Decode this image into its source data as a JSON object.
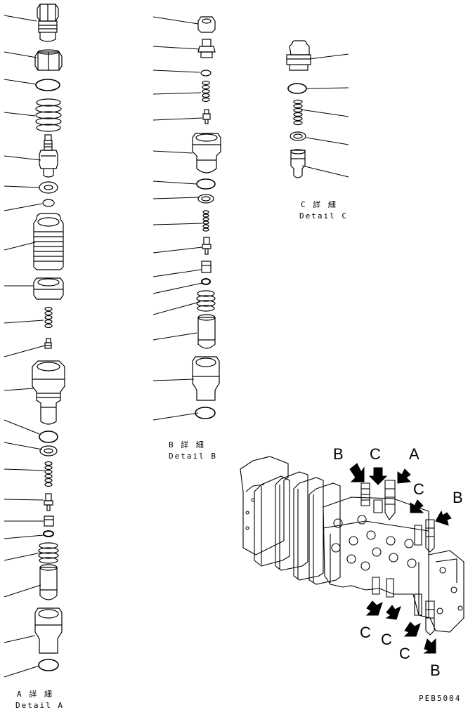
{
  "colors": {
    "line": "#000000",
    "background": "#ffffff",
    "arrow_fill": "#000000"
  },
  "details": {
    "a": {
      "jp": "A 詳 細",
      "en": "Detail A"
    },
    "b": {
      "jp": "B 詳 細",
      "en": "Detail B"
    },
    "c": {
      "jp": "C 詳 細",
      "en": "Detail C"
    }
  },
  "callouts": {
    "b1": "B",
    "c1": "C",
    "a1": "A",
    "c2": "C",
    "b2": "B",
    "c3": "C",
    "c4": "C",
    "c5": "C",
    "b3": "B"
  },
  "figure_code": "PEB5004",
  "icons": {
    "parts": [
      "nut-icon",
      "plug-icon",
      "o-ring-icon",
      "spring-icon",
      "poppet-icon",
      "valve-body-icon"
    ],
    "assembly": "control-valve-assembly-icon",
    "arrow": "direction-arrow-icon"
  }
}
